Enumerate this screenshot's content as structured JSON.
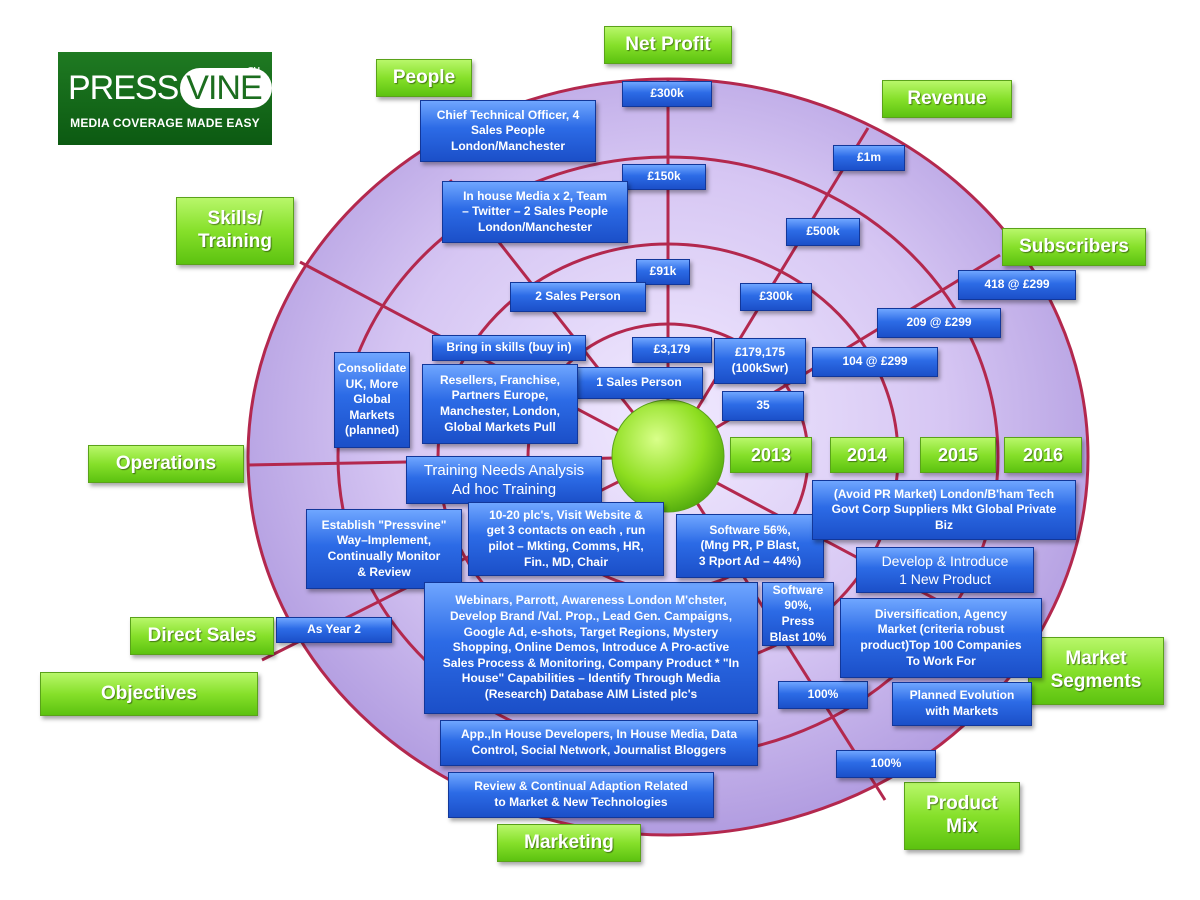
{
  "colors": {
    "ring_fill": "#d7c7f2",
    "ring_inner": "#c5b0ec",
    "ring_stroke": "#b3284e",
    "box_blue": "#2c6be6",
    "label_green": "#86e02a",
    "center_green": "#7ed31a"
  },
  "logo": {
    "word_left": "PRESS",
    "word_right": "VINE",
    "tm": "TM",
    "tagline": "MEDIA COVERAGE MADE EASY"
  },
  "categories": {
    "net_profit": "Net Profit",
    "people": "People",
    "revenue": "Revenue",
    "skills_training": "Skills/\nTraining",
    "subscribers": "Subscribers",
    "operations": "Operations",
    "direct_sales": "Direct Sales",
    "objectives": "Objectives",
    "market_segments": "Market\nSegments",
    "product_mix": "Product\nMix",
    "marketing": "Marketing"
  },
  "years": [
    "2013",
    "2014",
    "2015",
    "2016"
  ],
  "boxes": {
    "np_300k": "£300k",
    "np_150k": "£150k",
    "np_91k": "£91k",
    "np_3179": "£3,179",
    "rev_1m": "£1m",
    "rev_500k": "£500k",
    "rev_300k": "£300k",
    "rev_179175": "£179,175\n(100kSwr)",
    "sub_418": "418 @ £299",
    "sub_209": "209 @ £299",
    "sub_104": "104 @ £299",
    "sub_35": "35",
    "people_cto": "Chief Technical Officer, 4\nSales People\nLondon/Manchester",
    "people_inhouse": "In house Media x 2, Team\n– Twitter – 2 Sales People\nLondon/Manchester",
    "people_2sales": "2 Sales Person",
    "people_1sales": "1 Sales Person",
    "skills_buyin": "Bring in skills (buy in)",
    "ops_resellers": "Resellers, Franchise,\nPartners Europe,\nManchester, London,\nGlobal Markets Pull",
    "ops_consolidate": "Consolidate\nUK, More\nGlobal\nMarkets\n(planned)",
    "skills_training_needs": "Training Needs Analysis\nAd hoc Training",
    "ops_establish": "Establish \"Pressvine\"\nWay–Implement,\nContinually Monitor\n& Review",
    "ds_1020": "10-20 plc's, Visit Website &\nget 3 contacts on each , run\npilot – Mkting, Comms, HR,\nFin., MD, Chair",
    "ds_year2": "As Year 2",
    "mk_webinars": "Webinars, Parrott, Awareness London M'chster,\nDevelop Brand /Val. Prop., Lead Gen. Campaigns,\nGoogle Ad, e-shots, Target Regions, Mystery\nShopping, Online Demos, Introduce A Pro-active\nSales Process & Monitoring, Company Product * \"In\nHouse\" Capabilities – Identify Through Media\n(Research) Database AIM Listed plc's",
    "mk_app": "App.,In House Developers, In House Media, Data\nControl, Social Network, Journalist Bloggers",
    "mk_review": "Review & Continual  Adaption Related\nto Market & New Technologies",
    "pm_software56": "Software 56%,\n(Mng PR, P Blast,\n3 Rport Ad – 44%)",
    "pm_software90": "Software\n90%, Press\nBlast 10%",
    "pm_100a": "100%",
    "pm_100b": "100%",
    "ms_avoid": "(Avoid PR Market) London/B'ham Tech\nGovt Corp Suppliers Mkt Global Private\nBiz",
    "ms_develop": "Develop & Introduce\n1 New Product",
    "ms_diversification": "Diversification, Agency\nMarket (criteria robust\nproduct)Top  100 Companies\nTo Work For",
    "ms_planned": "Planned Evolution\nwith Markets"
  }
}
